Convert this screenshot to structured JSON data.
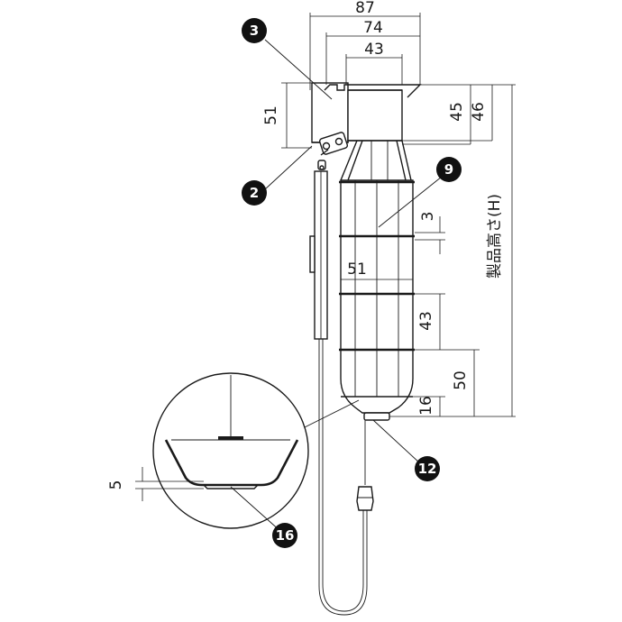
{
  "dimensions": {
    "width_87": "87",
    "width_74": "74",
    "width_43_top": "43",
    "height_51_left": "51",
    "height_45": "45",
    "height_46": "46",
    "gap_3": "3",
    "width_51_mid": "51",
    "height_43_mid": "43",
    "height_50": "50",
    "height_16": "16",
    "detail_5": "5"
  },
  "labels": {
    "product_height": "製品高さ(H)"
  },
  "callouts": [
    "3",
    "2",
    "9",
    "12",
    "16"
  ]
}
